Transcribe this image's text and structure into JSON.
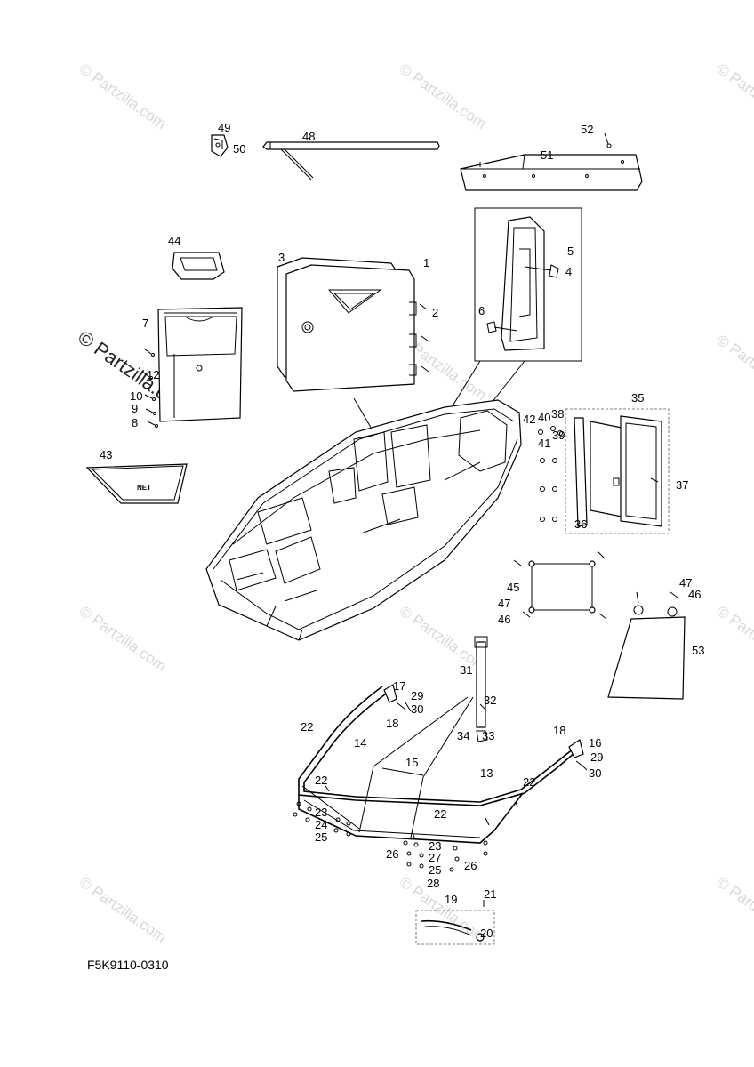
{
  "diagram_code": "F5K9110-0310",
  "net_label": "NET",
  "watermark_text": "© Partzilla.com",
  "callouts": [
    {
      "id": "c49",
      "label": "49"
    },
    {
      "id": "c50",
      "label": "50"
    },
    {
      "id": "c48",
      "label": "48"
    },
    {
      "id": "c52",
      "label": "52"
    },
    {
      "id": "c51",
      "label": "51"
    },
    {
      "id": "c44",
      "label": "44"
    },
    {
      "id": "c3",
      "label": "3"
    },
    {
      "id": "c1",
      "label": "1"
    },
    {
      "id": "c2",
      "label": "2"
    },
    {
      "id": "c5",
      "label": "5"
    },
    {
      "id": "c4",
      "label": "4"
    },
    {
      "id": "c6",
      "label": "6"
    },
    {
      "id": "c7",
      "label": "7"
    },
    {
      "id": "c12",
      "label": "12"
    },
    {
      "id": "c10",
      "label": "10"
    },
    {
      "id": "c9",
      "label": "9"
    },
    {
      "id": "c8",
      "label": "8"
    },
    {
      "id": "c35",
      "label": "35"
    },
    {
      "id": "c42",
      "label": "42"
    },
    {
      "id": "c40",
      "label": "40"
    },
    {
      "id": "c38",
      "label": "38"
    },
    {
      "id": "c41",
      "label": "41"
    },
    {
      "id": "c39",
      "label": "39"
    },
    {
      "id": "c37",
      "label": "37"
    },
    {
      "id": "c36",
      "label": "36"
    },
    {
      "id": "c43",
      "label": "43"
    },
    {
      "id": "c45",
      "label": "45"
    },
    {
      "id": "c47a",
      "label": "47"
    },
    {
      "id": "c46a",
      "label": "46"
    },
    {
      "id": "c47b",
      "label": "47"
    },
    {
      "id": "c46b",
      "label": "46"
    },
    {
      "id": "c53",
      "label": "53"
    },
    {
      "id": "c31",
      "label": "31"
    },
    {
      "id": "c17",
      "label": "17"
    },
    {
      "id": "c29a",
      "label": "29"
    },
    {
      "id": "c30a",
      "label": "30"
    },
    {
      "id": "c18a",
      "label": "18"
    },
    {
      "id": "c32",
      "label": "32"
    },
    {
      "id": "c34",
      "label": "34"
    },
    {
      "id": "c33",
      "label": "33"
    },
    {
      "id": "c22a",
      "label": "22"
    },
    {
      "id": "c14",
      "label": "14"
    },
    {
      "id": "c15",
      "label": "15"
    },
    {
      "id": "c13",
      "label": "13"
    },
    {
      "id": "c18b",
      "label": "18"
    },
    {
      "id": "c16",
      "label": "16"
    },
    {
      "id": "c29b",
      "label": "29"
    },
    {
      "id": "c30b",
      "label": "30"
    },
    {
      "id": "c22b",
      "label": "22"
    },
    {
      "id": "c22c",
      "label": "22"
    },
    {
      "id": "c22d",
      "label": "22"
    },
    {
      "id": "c23a",
      "label": "23"
    },
    {
      "id": "c24",
      "label": "24"
    },
    {
      "id": "c25a",
      "label": "25"
    },
    {
      "id": "c23b",
      "label": "23"
    },
    {
      "id": "c26a",
      "label": "26"
    },
    {
      "id": "c27",
      "label": "27"
    },
    {
      "id": "c25b",
      "label": "25"
    },
    {
      "id": "c26b",
      "label": "26"
    },
    {
      "id": "c28",
      "label": "28"
    },
    {
      "id": "c21",
      "label": "21"
    },
    {
      "id": "c19",
      "label": "19"
    },
    {
      "id": "c20",
      "label": "20"
    }
  ]
}
